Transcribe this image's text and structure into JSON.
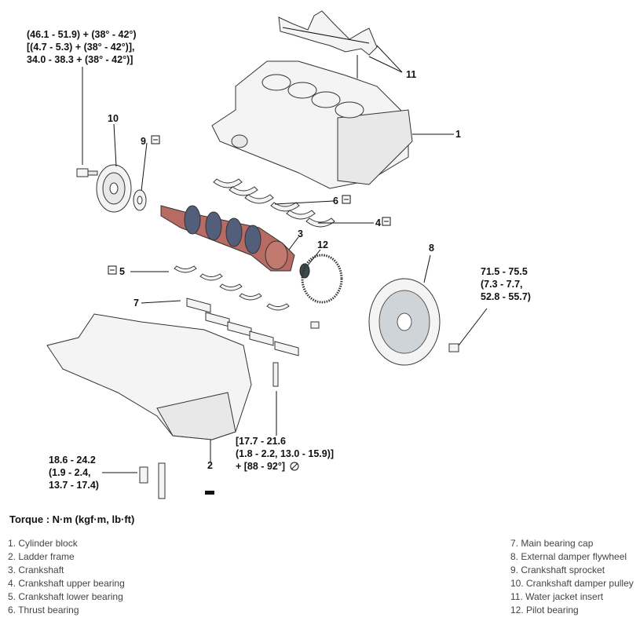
{
  "callouts": {
    "c1": "1",
    "c2": "2",
    "c3": "3",
    "c4": "4",
    "c5": "5",
    "c6": "6",
    "c7": "7",
    "c8": "8",
    "c9": "9",
    "c10": "10",
    "c11": "11",
    "c12": "12"
  },
  "specs": {
    "pulley_bolt": [
      "(46.1 - 51.9) + (38° - 42°)",
      "[(4.7 - 5.3) + (38° - 42°)],",
      "34.0 - 38.3 + (38° - 42°)]"
    ],
    "flywheel_bolt": [
      "71.5 - 75.5",
      "(7.3 - 7.7,",
      "52.8 - 55.7)"
    ],
    "bearing_cap_bolt": [
      "[17.7 - 21.6",
      "(1.8 - 2.2, 13.0 - 15.9)]",
      "+ [88 - 92°]"
    ],
    "ladder_bolt": [
      "18.6 - 24.2",
      "(1.9 - 2.4,",
      "13.7 - 17.4)"
    ]
  },
  "torque_title": "Torque : N·m (kgf·m, lb·ft)",
  "legend_left": [
    "1. Cylinder block",
    "2. Ladder frame",
    "3. Crankshaft",
    "4. Crankshaft upper bearing",
    "5. Crankshaft lower bearing",
    "6. Thrust bearing"
  ],
  "legend_right": [
    "7. Main bearing cap",
    "8. External damper flywheel",
    "9. Crankshaft sprocket",
    "10. Crankshaft damper pulley",
    "11. Water jacket insert",
    "12. Pilot bearing"
  ],
  "icons": [
    "replace-part-icon",
    "do-not-reuse-icon"
  ]
}
